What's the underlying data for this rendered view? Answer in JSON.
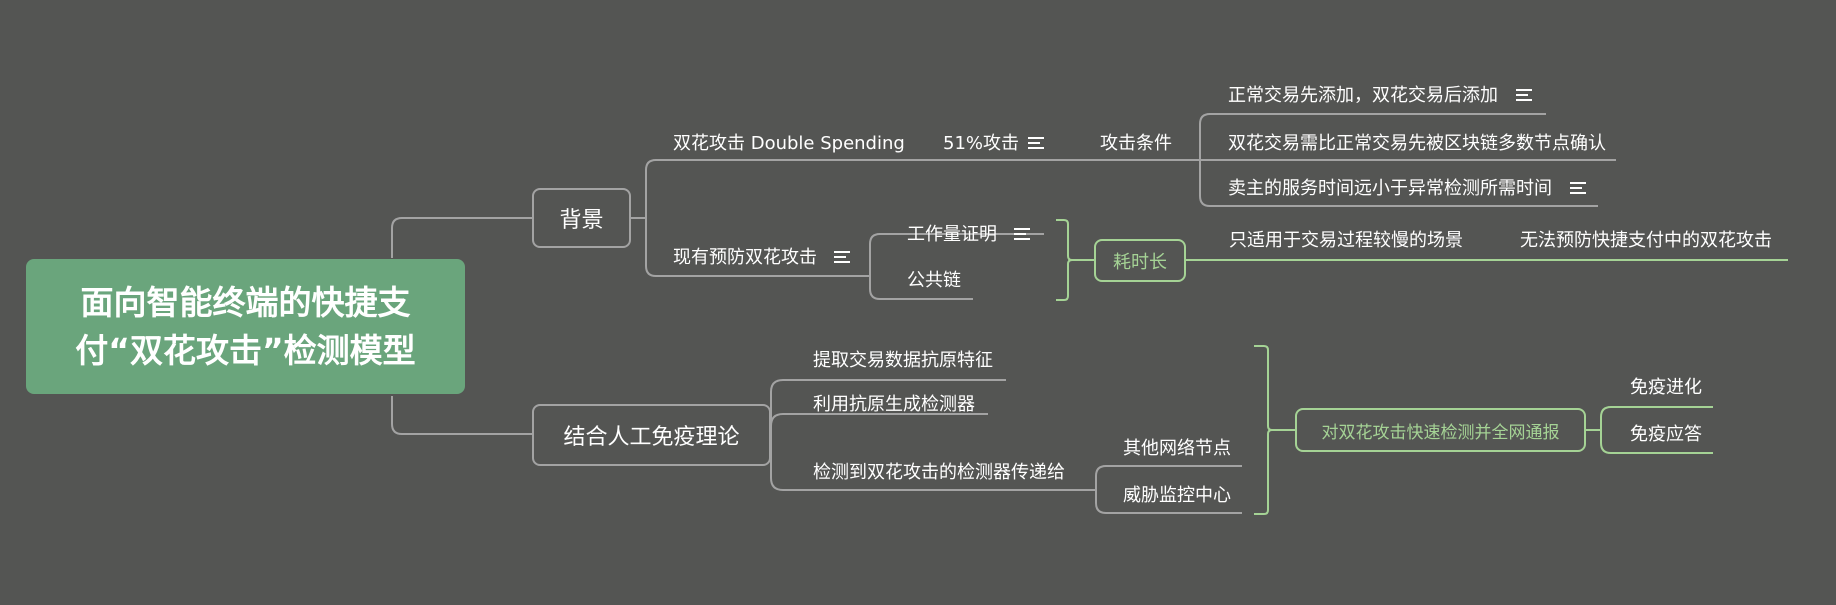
{
  "root": {
    "line1": "面向智能终端的快捷支",
    "line2": "付“双花攻击”检测模型"
  },
  "branches": {
    "background": {
      "label": "背景",
      "double_spending": {
        "label": "双花攻击 Double Spending",
        "attack51": {
          "label": "51%攻击",
          "conditions": {
            "label": "攻击条件",
            "items": [
              "正常交易先添加，双花交易后添加",
              "双花交易需比正常交易先被区块链多数节点确认",
              "卖主的服务时间远小于异常检测所需时间"
            ]
          }
        }
      },
      "prevention": {
        "label": "现有预防双花攻击",
        "items": [
          "工作量证明",
          "公共链"
        ],
        "summary": {
          "label": "耗时长",
          "detail": "只适用于交易过程较慢的场景",
          "detail2": "无法预防快捷支付中的双花攻击"
        }
      }
    },
    "immune": {
      "label": "结合人工免疫理论",
      "items": [
        "提取交易数据抗原特征",
        "利用抗原生成检测器",
        "检测到双花攻击的检测器传递给"
      ],
      "targets": [
        "其他网络节点",
        "威胁监控中心"
      ],
      "summary": {
        "label": "对双花攻击快速检测并全网通报",
        "items": [
          "免疫进化",
          "免疫应答"
        ]
      }
    }
  },
  "colors": {
    "background": "#545553",
    "root": "#6aa57c",
    "line": "#a3a3a3",
    "summary": "#a5d395",
    "text": "#ffffff"
  },
  "icons": {
    "note": "note-icon"
  }
}
